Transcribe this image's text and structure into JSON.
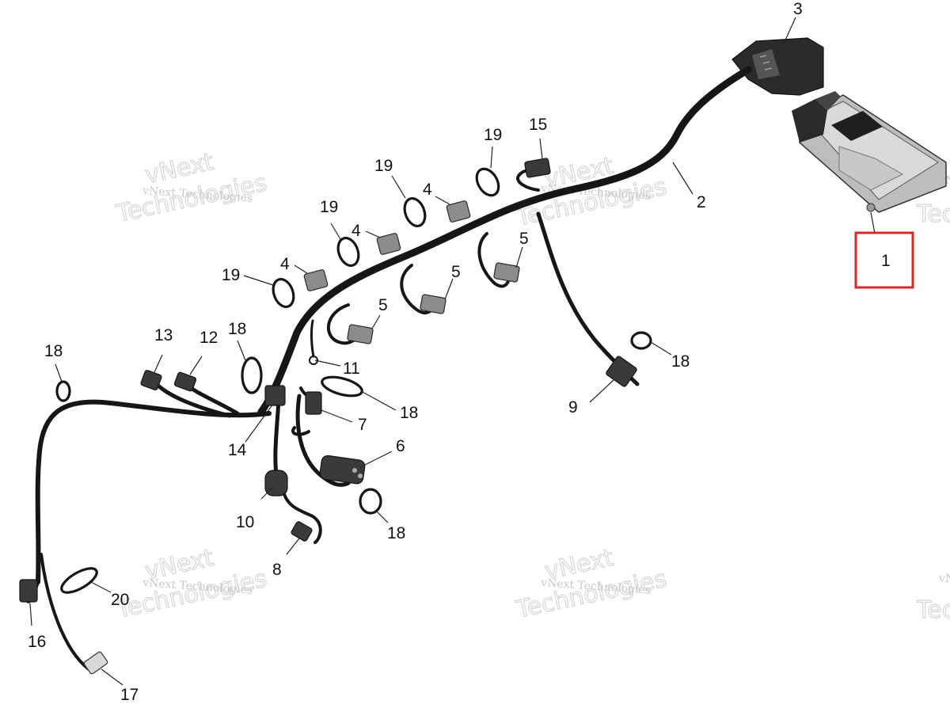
{
  "diagram": {
    "watermark_small": "vNext Technologies",
    "watermark_large": "Technologies",
    "watermark_large_top": "vNext",
    "callouts": {
      "c1": "1",
      "c2": "2",
      "c3": "3",
      "c4": "4",
      "c5": "5",
      "c6": "6",
      "c7": "7",
      "c8": "8",
      "c9": "9",
      "c10": "10",
      "c11": "11",
      "c12": "12",
      "c13": "13",
      "c14": "14",
      "c15": "15",
      "c16": "16",
      "c17": "17",
      "c18": "18",
      "c19": "19",
      "c20": "20"
    },
    "highlight_color": "#d42a2a",
    "harness_color": "#161616"
  }
}
